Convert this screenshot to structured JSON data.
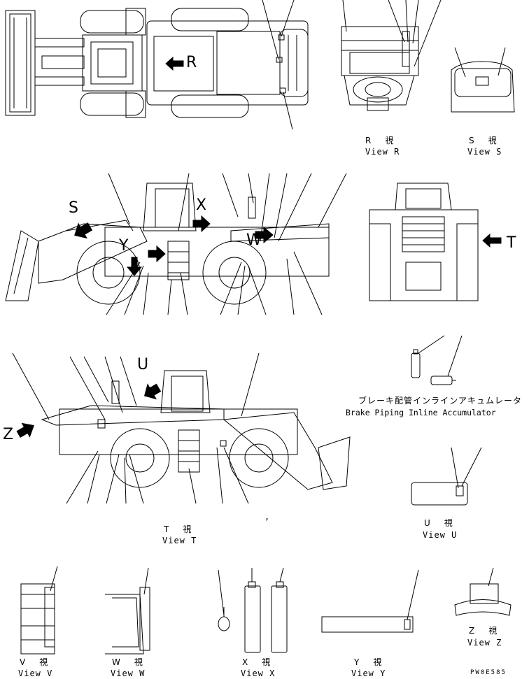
{
  "views": {
    "r": {
      "jp": "R　視",
      "en": "View R"
    },
    "s": {
      "jp": "S　視",
      "en": "View S"
    },
    "t": {
      "jp": "T　視",
      "en": "View T"
    },
    "u": {
      "jp": "U　視",
      "en": "View U"
    },
    "v": {
      "jp": "V　視",
      "en": "View V"
    },
    "w": {
      "jp": "W　視",
      "en": "View W"
    },
    "x": {
      "jp": "X　視",
      "en": "View X"
    },
    "y": {
      "jp": "Y　視",
      "en": "View Y"
    },
    "z": {
      "jp": "Z　視",
      "en": "View Z"
    }
  },
  "accumulator": {
    "jp": "ブレーキ配管インラインアキュムレータ",
    "en": "Brake Piping Inline Accumulator"
  },
  "markers": {
    "r": "R",
    "s": "S",
    "t": "T",
    "x": "X",
    "y": "Y",
    "w": "W",
    "u": "U",
    "z": "Z"
  },
  "stray_mark": ",",
  "drawing_code": "PW0E585"
}
